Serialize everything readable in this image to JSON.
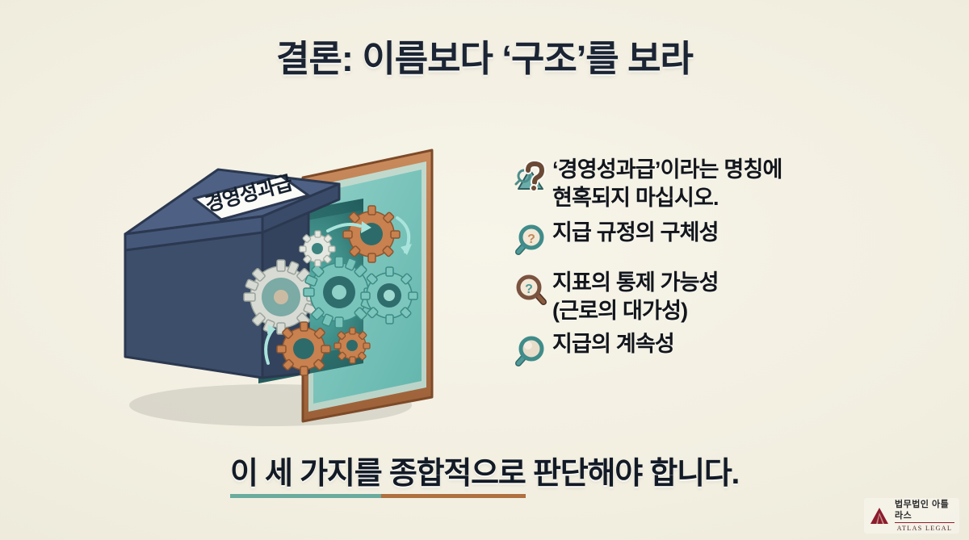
{
  "slide": {
    "background_color": "#f4f1e4",
    "title": "결론: 이름보다 ‘구조’를 보라",
    "title_color": "#1b2433"
  },
  "illustration": {
    "name": "open-box-with-gears",
    "box_label": "경영성과급",
    "box_color": "#4a5c7a",
    "box_top_color": "#536party",
    "panel_glow_color": "#3f9e96",
    "frame_color": "#b5774a",
    "gear_colors": [
      "#c47a4a",
      "#d6d9d2",
      "#7fc4bc",
      "#5aa9a3"
    ],
    "arrow_color": "#a9e4dc"
  },
  "bullets": [
    {
      "icon": "magnifier-question-large-icon",
      "icon_lens_color": "#6e503c",
      "icon_body_color": "#5a9c9a",
      "text": "‘경영성과급’이라는 명칭에\n현혹되지 마십시오."
    },
    {
      "icon": "magnifier-question-teal-icon",
      "icon_lens_color": "#c08a5a",
      "icon_body_color": "#3f8c8a",
      "text": "지급 규정의 구체성"
    },
    {
      "icon": "magnifier-question-brown-icon",
      "icon_lens_color": "#4f9a98",
      "icon_body_color": "#7a5340",
      "text": "지표의 통제 가능성\n(근로의 대가성)"
    },
    {
      "icon": "magnifier-plain-icon",
      "icon_lens_color": "#e8ddc9",
      "icon_body_color": "#3f8c8a",
      "text": "지급의 계속성"
    }
  ],
  "caption": {
    "segment_teal": "이 세 가지를",
    "segment_brown": " 종합적으로",
    "segment_plain": " 판단해야 합니다.",
    "underline_teal_color": "#6aab9e",
    "underline_brown_color": "#b0703f"
  },
  "logo": {
    "korean": "법무법인 아틀라스",
    "english": "ATLAS LEGAL",
    "mark_color": "#8b1c2b"
  }
}
